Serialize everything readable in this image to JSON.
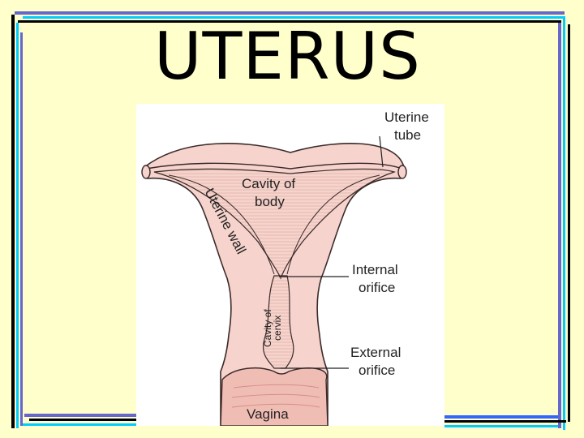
{
  "slide": {
    "title": "UTERUS"
  },
  "diagram": {
    "labels": {
      "uterine_tube_1": "Uterine",
      "uterine_tube_2": "tube",
      "cavity_body_1": "Cavity of",
      "cavity_body_2": "body",
      "uterine_wall": "Uterine wall",
      "internal_orifice_1": "Internal",
      "internal_orifice_2": "orifice",
      "cavity_cervix_1": "Cavity of",
      "cavity_cervix_2": "cervix",
      "external_orifice_1": "External",
      "external_orifice_2": "orifice",
      "vagina": "Vagina"
    },
    "colors": {
      "tissue": "#F6D3CC",
      "tissue_dark": "#E8A9A0",
      "outline": "#3A2A2A",
      "cavity": "#FBE9E4"
    }
  },
  "frame": {
    "colors": {
      "black": "#000000",
      "cyan": "#00CCFF",
      "blue": "#3366FF",
      "purple": "#6666CC",
      "teal": "#339999"
    }
  }
}
